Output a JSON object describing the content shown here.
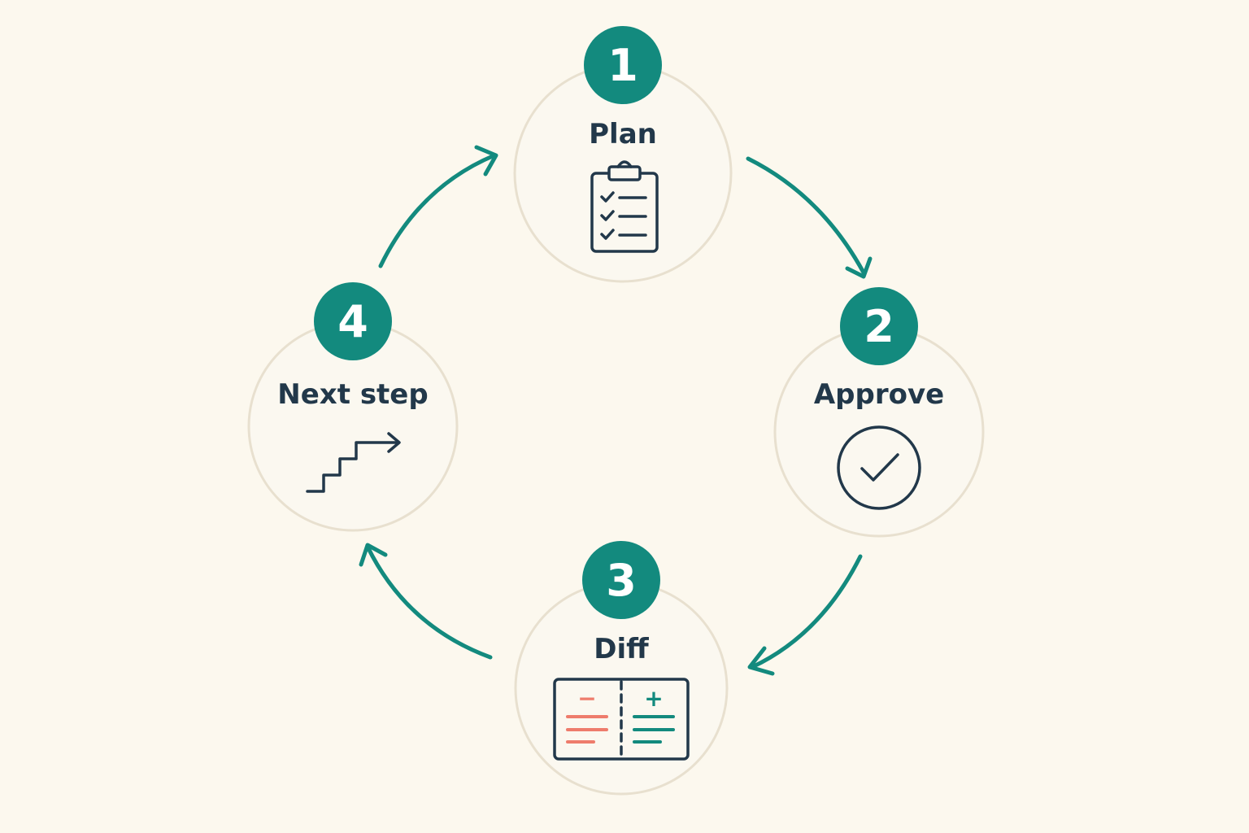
{
  "diagram": {
    "colors": {
      "background": "#fcf8ee",
      "node_fill": "#fbf8f0",
      "node_stroke": "#e8e0cf",
      "accent": "#138a7e",
      "text": "#22384a",
      "icon": "#22384a",
      "removed": "#ee7c6c",
      "added": "#138a7e"
    },
    "steps": [
      {
        "number": "1",
        "label": "Plan",
        "icon": "clipboard-checklist-icon"
      },
      {
        "number": "2",
        "label": "Approve",
        "icon": "check-circle-icon"
      },
      {
        "number": "3",
        "label": "Diff",
        "icon": "split-diff-icon"
      },
      {
        "number": "4",
        "label": "Next step",
        "icon": "stairs-arrow-icon"
      }
    ],
    "flow": [
      {
        "from": "1",
        "to": "2"
      },
      {
        "from": "2",
        "to": "3"
      },
      {
        "from": "3",
        "to": "4"
      },
      {
        "from": "4",
        "to": "1"
      }
    ],
    "diff_symbols": {
      "removed": "−",
      "added": "+"
    }
  }
}
